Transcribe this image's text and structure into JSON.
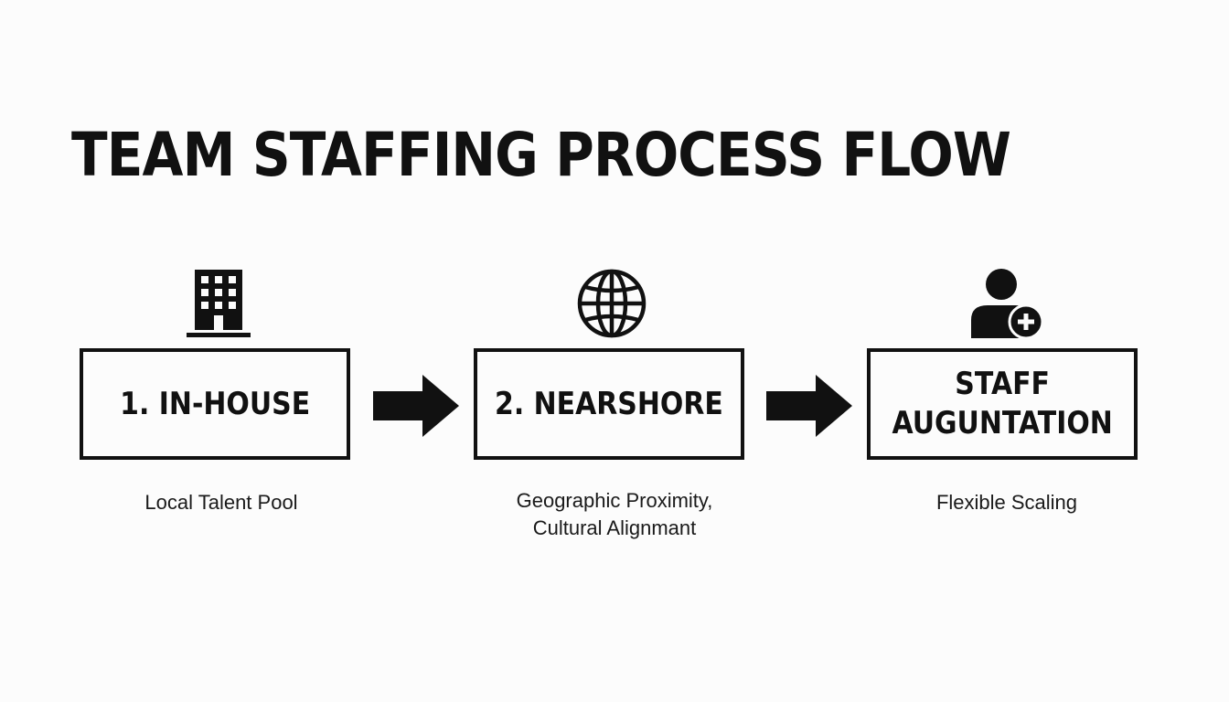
{
  "title": "TEAM STAFFING PROCESS FLOW",
  "steps": [
    {
      "label": "1. IN-HOUSE",
      "icon": "building-icon",
      "caption": "Local Talent Pool"
    },
    {
      "label": "2. NEARSHORE",
      "icon": "globe-icon",
      "caption": "Geographic Proximity,\nCultural Alignmant"
    },
    {
      "label": "STAFF\nAUGUNTATION",
      "icon": "add-user-icon",
      "caption": "Flexible Scaling"
    }
  ],
  "connectors": [
    "arrow-right-icon",
    "arrow-right-icon"
  ],
  "colors": {
    "background": "#fcfcfc",
    "foreground": "#111111"
  }
}
